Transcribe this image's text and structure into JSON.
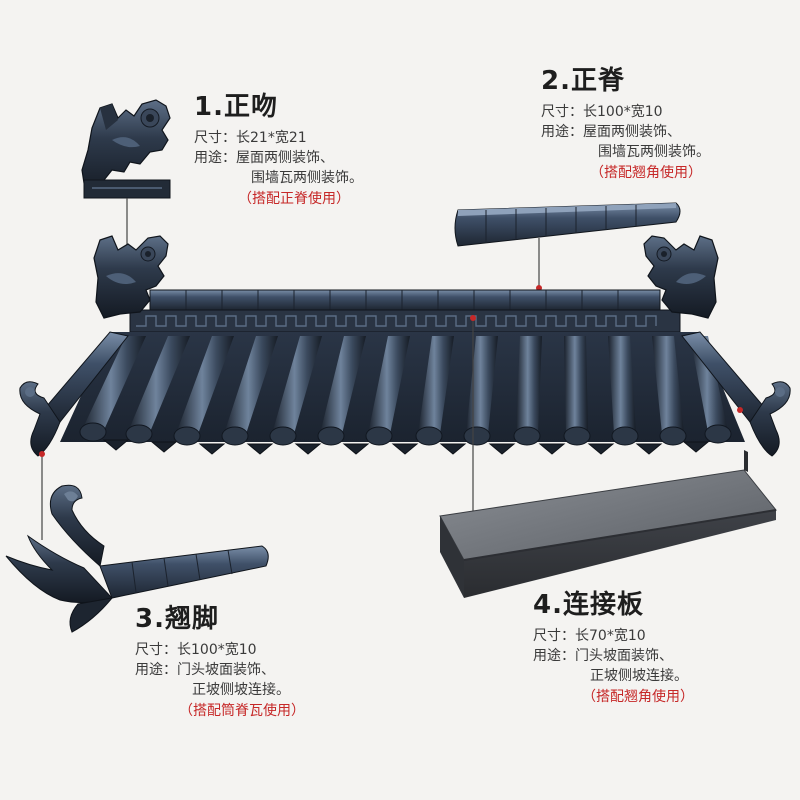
{
  "products": [
    {
      "title": "1.正吻",
      "size_key": "尺寸：",
      "size": "长21*宽21",
      "use_key": "用途：",
      "use_line1": "屋面两侧装饰、",
      "use_line2": "围墙瓦两侧装饰。",
      "note": "（搭配正脊使用）"
    },
    {
      "title": "2.正脊",
      "size_key": "尺寸：",
      "size": "长100*宽10",
      "use_key": "用途：",
      "use_line1": "屋面两侧装饰、",
      "use_line2": "围墙瓦两侧装饰。",
      "note": "（搭配翘角使用）"
    },
    {
      "title": "3.翘脚",
      "size_key": "尺寸：",
      "size": "长100*宽10",
      "use_key": "用途：",
      "use_line1": "门头坡面装饰、",
      "use_line2": "正坡侧坡连接。",
      "note": "（搭配筒脊瓦使用）"
    },
    {
      "title": "4.连接板",
      "size_key": "尺寸：",
      "size": "长70*宽10",
      "use_key": "用途：",
      "use_line1": "门头坡面装饰、",
      "use_line2": "正坡侧坡连接。",
      "note": "（搭配翘角使用）"
    }
  ],
  "colors": {
    "tile_dark": "#1f2733",
    "tile_mid": "#3b4a5e",
    "tile_light": "#6d7f96",
    "accent_red": "#c62828",
    "steel": "#5e6268"
  }
}
